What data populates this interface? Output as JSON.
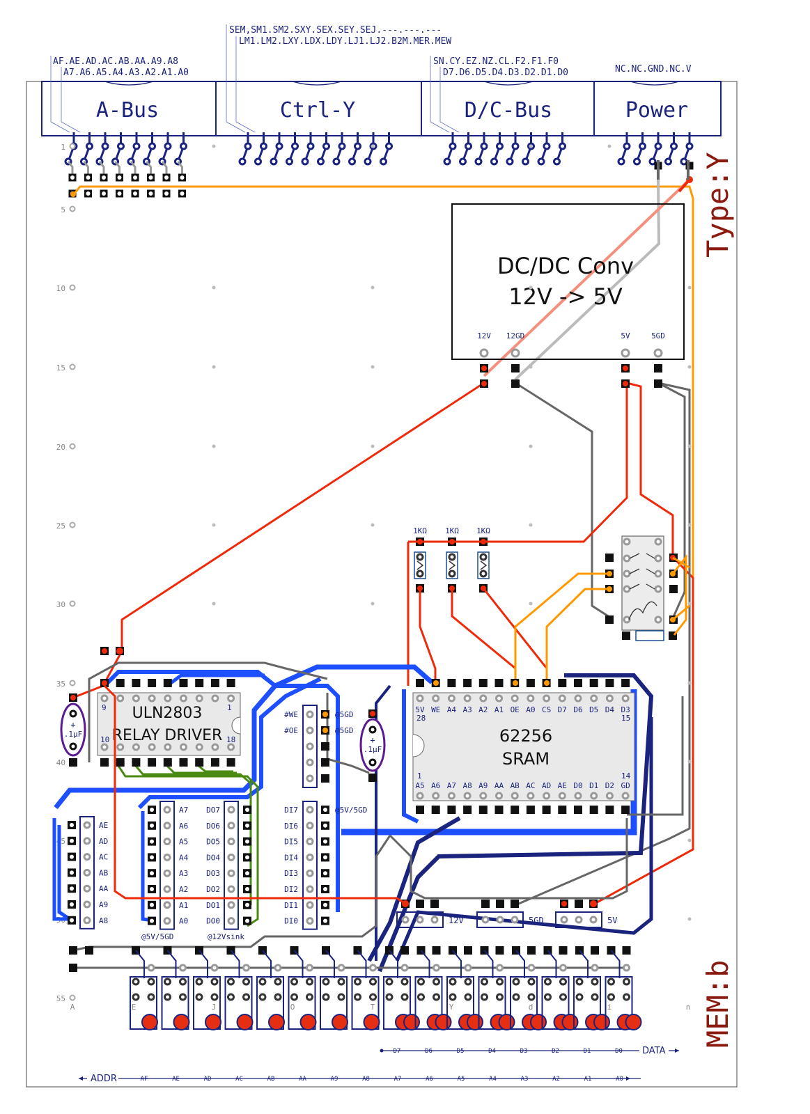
{
  "connectors": [
    {
      "label": "A-Bus",
      "pins_top": "AF.AE.AD.AC.AB.AA.A9.A8",
      "pins_bottom": "A7.A6.A5.A4.A3.A2.A1.A0"
    },
    {
      "label": "Ctrl-Y",
      "pins_top": "SEM,SM1.SM2.SXY.SEX.SEY.SEJ.---.---.---",
      "pins_bottom": "LM1.LM2.LXY.LDX.LDY.LJ1.LJ2.B2M.MER.MEW"
    },
    {
      "label": "D/C-Bus",
      "pins_top": "SN.CY.EZ.NZ.CL.F2.F1.F0",
      "pins_bottom": "D7.D6.D5.D4.D3.D2.D1.D0"
    },
    {
      "label": "Power",
      "pins_top": "NC.NC.GND.NC.V",
      "pins_bottom": ""
    }
  ],
  "board": {
    "type_label": "Type:Y",
    "mem_label": "MEM:b",
    "row_numbers": [
      "1",
      "5",
      "10",
      "15",
      "20",
      "25",
      "30",
      "35",
      "40",
      "45",
      "50",
      "55"
    ],
    "col_letters": [
      "A",
      "E",
      "J",
      "O",
      "T",
      "Y",
      "d",
      "i",
      "n"
    ]
  },
  "dcdc": {
    "title_line1": "DC/DC Conv",
    "title_line2": "12V -> 5V",
    "pins": [
      "12V",
      "12GD",
      "5V",
      "5GD"
    ]
  },
  "resistors": [
    "1KΩ",
    "1KΩ",
    "1KΩ"
  ],
  "uln2803": {
    "line1": "ULN2803",
    "line2": "RELAY DRIVER",
    "pin9": "9",
    "pin1": "1",
    "pin10": "10",
    "pin18": "18"
  },
  "capacitors": [
    {
      "plus": "+",
      "value": ".1μF"
    },
    {
      "plus": "+",
      "value": ".1μF"
    }
  ],
  "sram": {
    "line1": "62256",
    "line2": "SRAM",
    "top_pins": [
      "5V",
      "WE",
      "A4",
      "A3",
      "A2",
      "A1",
      "OE",
      "A0",
      "CS",
      "D7",
      "D6",
      "D5",
      "D4",
      "D3"
    ],
    "bottom_pins": [
      "A5",
      "A6",
      "A7",
      "A8",
      "A9",
      "AA",
      "AB",
      "AC",
      "AD",
      "AE",
      "D0",
      "D1",
      "D2",
      "GD"
    ],
    "pin28": "28",
    "pin15": "15",
    "pin1": "1",
    "pin14": "14"
  },
  "switch_labels": {
    "addr_high": [
      "AE",
      "AD",
      "AC",
      "AB",
      "AA",
      "A9",
      "A8"
    ],
    "addr_low": [
      "A7",
      "A6",
      "A5",
      "A4",
      "A3",
      "A2",
      "A1",
      "A0"
    ],
    "dout": [
      "DO7",
      "DO6",
      "DO5",
      "DO4",
      "DO3",
      "DO2",
      "DO1",
      "DO0"
    ],
    "din": [
      "DI7",
      "DI6",
      "DI5",
      "DI4",
      "DI3",
      "DI2",
      "DI1",
      "DI0"
    ],
    "we": "#WE",
    "oe": "#OE",
    "at5gd_1": "@5GD",
    "at5gd_2": "@5GD",
    "at5v5gd": "@5V/5GD"
  },
  "rails": [
    "12V",
    "5GD",
    "5V"
  ],
  "bottom_headers": {
    "left": "@5V/5GD",
    "right": "@12Vsink"
  },
  "legend": {
    "addr_label": "ADDR",
    "addr_bits": [
      "AF",
      "AE",
      "AD",
      "AC",
      "AB",
      "AA",
      "A9",
      "A8",
      "A7",
      "A6",
      "A5",
      "A4",
      "A3",
      "A2",
      "A1",
      "A0"
    ],
    "data_label": "DATA",
    "data_bits": [
      "D7",
      "D6",
      "D5",
      "D4",
      "D3",
      "D2",
      "D1",
      "D0"
    ]
  },
  "colors": {
    "navy": "#1a237e",
    "blue": "#1e4fff",
    "red": "#ee2a0a",
    "orange": "#ff9900",
    "green": "#4a8a10",
    "gray": "#666666",
    "chip": "#e9e9e9",
    "label_red": "#8b1a10"
  }
}
